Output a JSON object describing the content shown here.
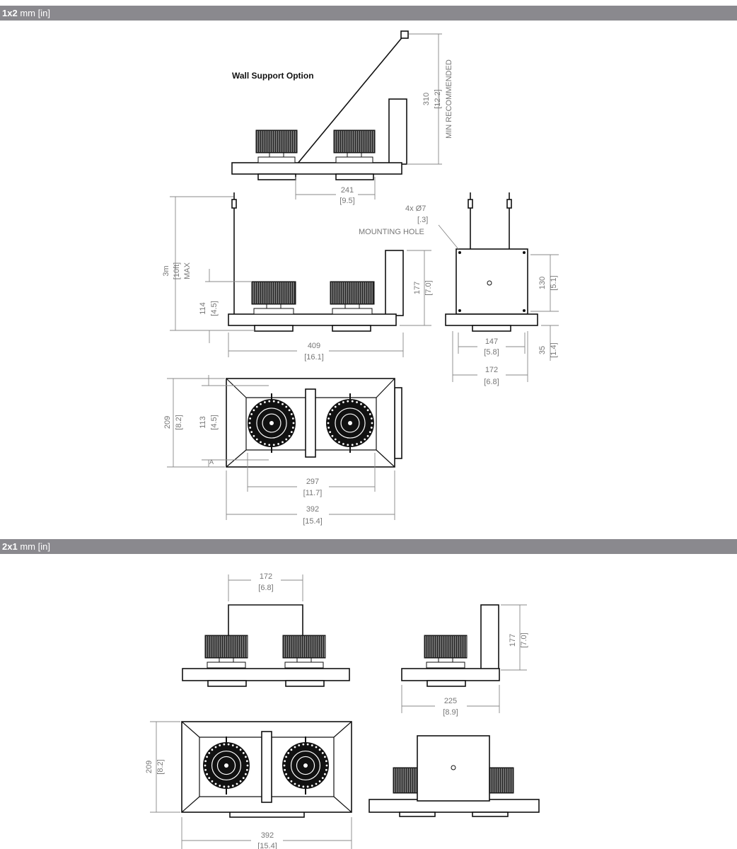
{
  "sections": [
    {
      "name": "1x2",
      "unit": " mm [in]"
    },
    {
      "name": "2x1",
      "unit": " mm [in]"
    }
  ],
  "labels": {
    "wall_support": "Wall Support Option",
    "d310": "310",
    "d310in": "[12.2]",
    "min_rec": "MIN RECOMMENDED",
    "d241": "241",
    "d241in": "[9.5]",
    "d3m": "3m",
    "d3min": "[10ft]",
    "max": "MAX",
    "d114": "114",
    "d114in": "[4.5]",
    "d177": "177",
    "d177in": "[7.0]",
    "d409": "409",
    "d409in": "[16.1]",
    "hole_qty": "4x Ø7",
    "hole_in": "[.3]",
    "hole_label": "MOUNTING HOLE",
    "d130": "130",
    "d130in": "[5.1]",
    "d35": "35",
    "d35in": "[1.4]",
    "d147": "147",
    "d147in": "[5.8]",
    "d172": "172",
    "d172in": "[6.8]",
    "d209": "209",
    "d209in": "[8.2]",
    "d113": "113",
    "d113in": "[4.5]",
    "marker_a": "A",
    "d297": "297",
    "d297in": "[11.7]",
    "d392": "392",
    "d392in": "[15.4]",
    "s2_d172": "172",
    "s2_d172in": "[6.8]",
    "s2_d177": "177",
    "s2_d177in": "[7.0]",
    "s2_d225": "225",
    "s2_d225in": "[8.9]",
    "s2_d209": "209",
    "s2_d209in": "[8.2]",
    "s2_d392": "392",
    "s2_d392in": "[15.4]"
  }
}
